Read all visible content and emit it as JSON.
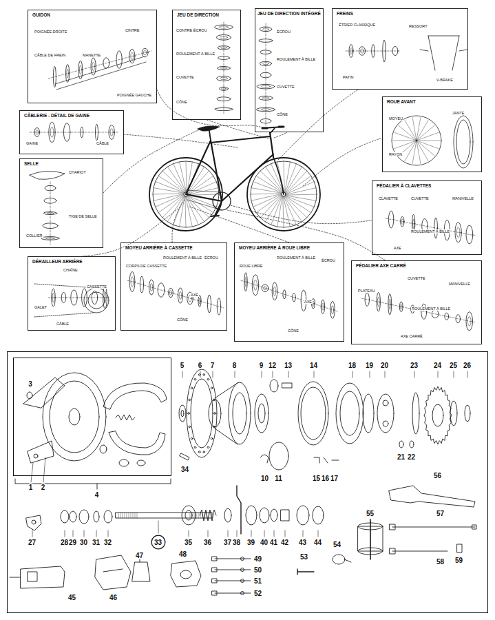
{
  "diagram": {
    "nodes": [
      {
        "text": [
          "GUIDON",
          "POIGNÉE DROITE",
          "CÂBLE DE FREIN",
          "MANETTE",
          "CINTRE",
          "POIGNÉE GAUCHE"
        ]
      },
      {
        "text": [
          "JEU DE DIRECTION",
          "CONTRE ÉCROU",
          "ROULEMENT À BILLE",
          "CUVETTE",
          "CÔNE"
        ]
      },
      {
        "text": [
          "JEU DE DIRECTION INTÉGRÉ",
          "ÉCROU",
          "ROULEMENT À BILLE",
          "CUVETTE",
          "CÔNE"
        ]
      },
      {
        "text": [
          "FREINS",
          "ÉTRIER CLASSIQUE",
          "PATIN",
          "RESSORT",
          "V-BRAKE"
        ]
      },
      {
        "text": [
          "ROUE AVANT",
          "MOYEU",
          "RAYON",
          "JANTE"
        ]
      },
      {
        "text": [
          "CÂBLERIE - DÉTAIL DE GAINE",
          "GAINE",
          "CÂBLE"
        ]
      },
      {
        "text": [
          "SELLE",
          "CHARIOT",
          "TIGE DE SELLE",
          "COLLIER"
        ]
      },
      {
        "text": [
          "PÉDALIER À CLAVETTES",
          "CLAVETTE",
          "CUVETTE",
          "MANIVELLE",
          "ROULEMENT À BILLE",
          "AXE"
        ]
      },
      {
        "text": [
          "DÉRAILLEUR ARRIÈRE",
          "CHAÎNE",
          "CASSETTE",
          "GALET",
          "CÂBLE"
        ]
      },
      {
        "text": [
          "MOYEU ARRIÈRE À CASSETTE",
          "CORPS DE CASSETTE",
          "ROULEMENT À BILLE",
          "ÉCROU",
          "AXE",
          "CÔNE"
        ]
      },
      {
        "text": [
          "MOYEU ARRIÈRE À ROUE LIBRE",
          "ROUE LIBRE",
          "ROULEMENT À BILLE",
          "ÉCROU",
          "AXE",
          "CÔNE"
        ]
      },
      {
        "text": [
          "PÉDALIER AXE CARRÉ",
          "PLATEAU",
          "CUVETTE",
          "MANIVELLE",
          "ROULEMENT À BILLE",
          "AXE CARRÉ"
        ]
      },
      {
        "text": [
          "5",
          "6",
          "7",
          "8",
          "9",
          "12",
          "13",
          "14",
          "18",
          "19",
          "20",
          "23",
          "24",
          "25",
          "26",
          "21",
          "22",
          "34",
          "56",
          "10",
          "11",
          "15",
          "16",
          "17",
          "1",
          "2",
          "4",
          "55",
          "57",
          "27",
          "28",
          "29",
          "30",
          "31",
          "32",
          "35",
          "36",
          "37",
          "38",
          "39",
          "40",
          "41",
          "42",
          "43",
          "44",
          "54",
          "47",
          "48",
          "53",
          "49",
          "58",
          "59",
          "50",
          "51",
          "52",
          "45",
          "46"
        ]
      },
      {
        "text": [
          "3"
        ],
        "in": 12
      },
      {
        "text": [
          "33"
        ],
        "in": 12
      }
    ]
  }
}
